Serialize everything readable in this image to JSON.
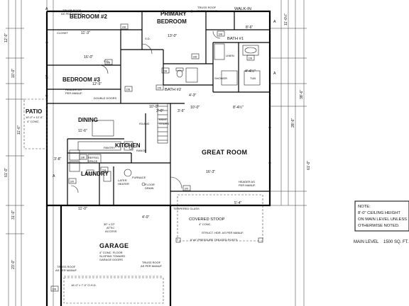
{
  "rooms": {
    "bedroom2": "BEDROOM #2",
    "primary_bedroom_1": "PRIMARY",
    "primary_bedroom_2": "BEDROOM",
    "walkin": "WALK-IN",
    "bedroom3": "BEDROOM #3",
    "bath2": "BATH #2",
    "bath1": "BATH #1",
    "dining": "DINING",
    "kitchen": "KITCHEN",
    "great_room": "GREAT ROOM",
    "laundry": "LAUNDRY",
    "garage": "GARAGE",
    "patio": "PATIO",
    "patio_size": "10'-0\" x 12'-0\"",
    "patio_conc": "4\" CONC.",
    "covered_stoop": "COVERED STOOP",
    "stoop_conc": "4\" CONC."
  },
  "labels": {
    "truss_roof_1": "TRUSS ROOF",
    "truss_roof_2": "AS PER MANUF.",
    "header_1": "HEADER AS",
    "header_2": "PER MANUF.",
    "sd": "S.D.",
    "double_doors": "DOUBLE DOORS",
    "pantry": "PANTRY",
    "range": "RANGE",
    "refrig": "REFRIG.",
    "space": "SPACE",
    "bsmt": "BSMT.",
    "stairs": "STAIRS",
    "furnace": "FURNACE",
    "floor": "FLOOR",
    "drain": "DRAIN",
    "later": "LATER",
    "heater": "HEATER",
    "attic": "30\" x 22\"",
    "attic_2": "ATTIC",
    "attic_3": "ACCESS",
    "garage_floor_1": "4\" CONC. FLOOR",
    "garage_floor_2": "SLOPING TOWARD",
    "garage_floor_3": "GARAGE DOORS",
    "garage_door": "16'-0\" x 7'-0\" O.H.D.",
    "tempered_glass": "TEMPERED GLASS",
    "struct_hdr": "STRUCT. HDR. AS PER MANUF.",
    "pressure_posts": "6\"x6\" PRESSURE TREATED POSTS",
    "shower": "SHOWER",
    "tub": "TUB",
    "linen": "LINEN",
    "ht": "H.T.",
    "wh": "W.H.",
    "dw": "DW",
    "island": "ISLAND",
    "closet": "CLOSET"
  },
  "dims": {
    "d1": "11'-3\"",
    "d2": "13'-0\"",
    "d3": "16'-0\"",
    "d4": "12'-5\"",
    "d5": "10'-0\"",
    "d6": "11'-6\"",
    "d7": "10'-0\"",
    "d8": "8'-4½\"",
    "d9": "3'-0\"",
    "d10": "8'-6\"",
    "d11": "4'-4½\"",
    "d12": "11'-6½\"",
    "d13": "61'-0\"",
    "d14": "11'-0\"",
    "d15": "4'-3\"",
    "d16": "3'-6\"",
    "d17": "31'-0\"",
    "d18": "23'-0\"",
    "d19": "12'-0\"",
    "d20": "28'-6\"",
    "d21": "38'-6\"",
    "d22": "61'-0\"",
    "d23": "16'-3\"",
    "d24": "10'-0\"",
    "d25": "11'-6\"",
    "d26": "4'-0\"",
    "d27": "3'-8\"",
    "d28": "5'-4\""
  },
  "door_tags": [
    "3/8",
    "3/8",
    "3/8",
    "3/8",
    "3/8",
    "3/0",
    "3/0",
    "2/6",
    "2/6",
    "2/8",
    "3/0",
    "3/6",
    "2/4",
    "2/8"
  ],
  "window_tags": [
    "A",
    "A",
    "A",
    "A",
    "A",
    "A"
  ],
  "note": {
    "line1": "NOTE:",
    "line2": "8'-0\" CEILING HEIGHT",
    "line3": "ON MAIN LEVEL UNLESS",
    "line4": "OTHERWISE NOTED."
  },
  "level": {
    "name": "MAIN LEVEL",
    "area": "1500 SQ. FT."
  }
}
